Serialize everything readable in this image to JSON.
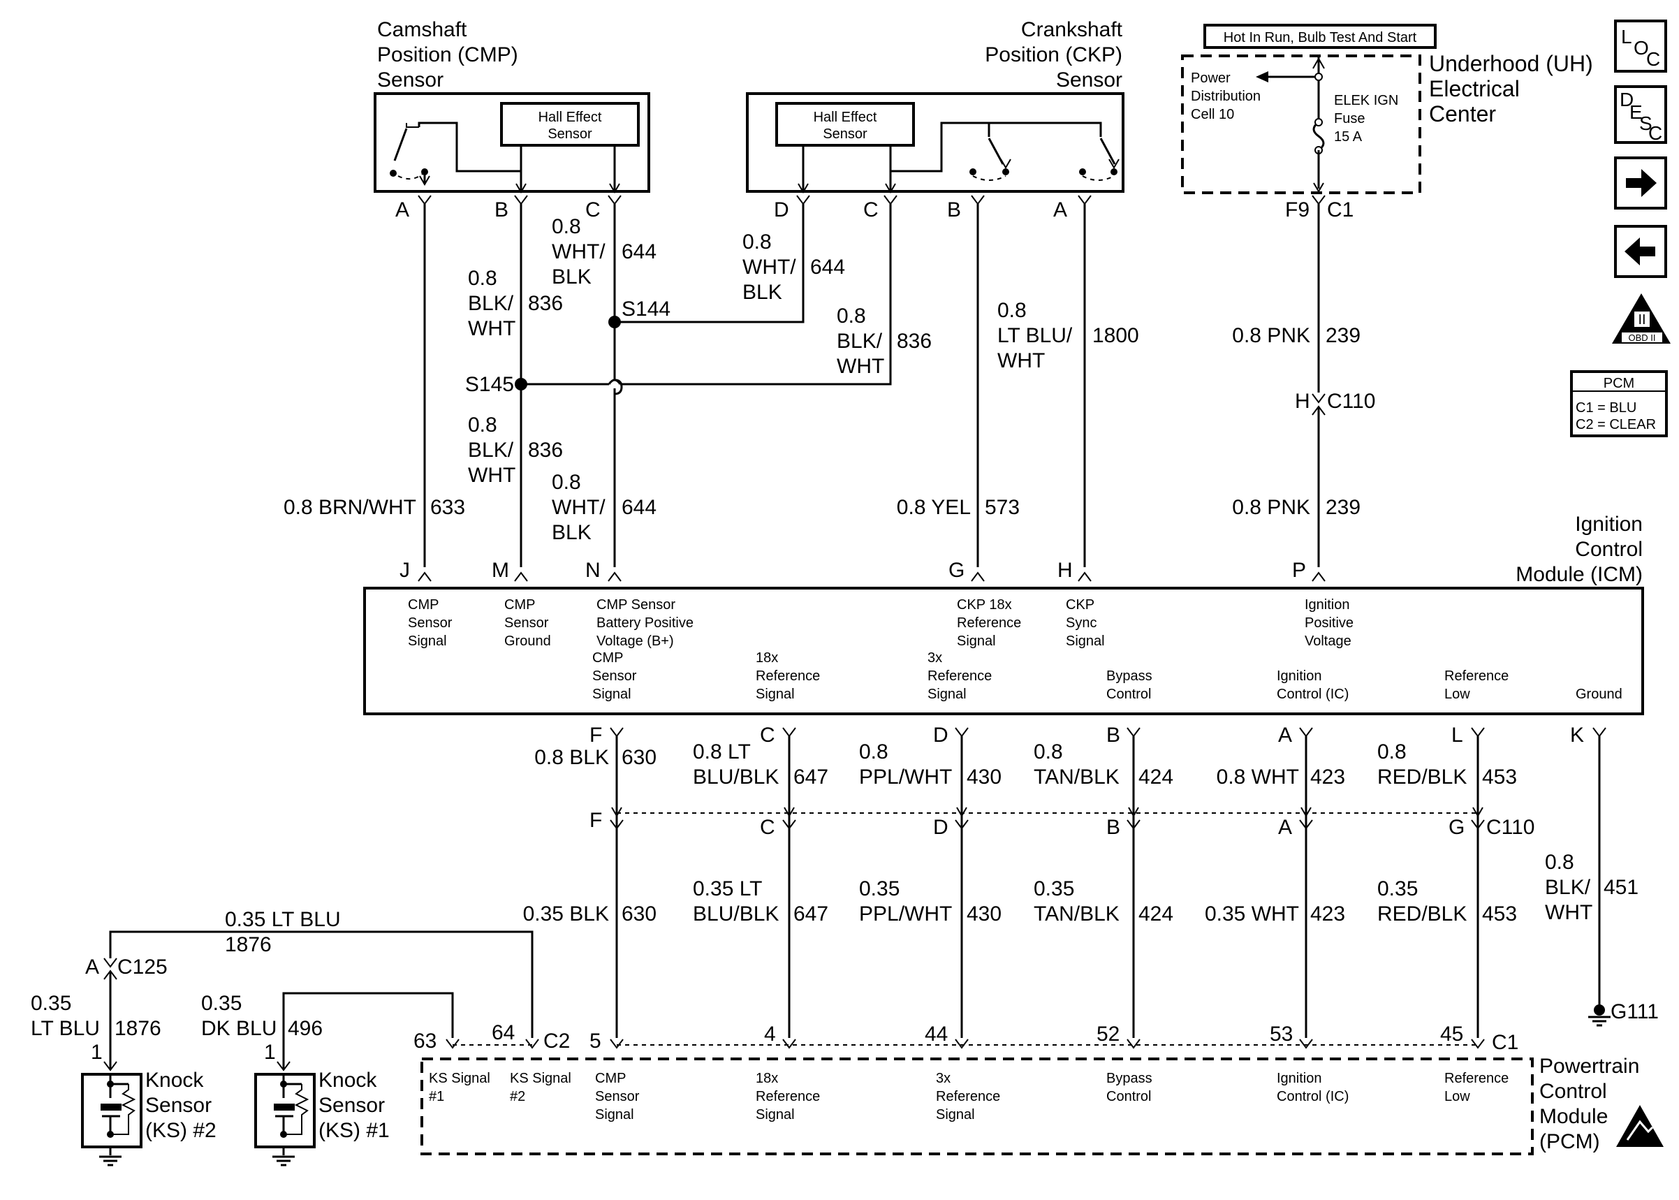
{
  "cmp": {
    "title": [
      "Camshaft",
      "Position (CMP)",
      "Sensor"
    ],
    "hall": [
      "Hall Effect",
      "Sensor"
    ]
  },
  "ckp": {
    "title": [
      "Crankshaft",
      "Position (CKP)",
      "Sensor"
    ],
    "hall": [
      "Hall Effect",
      "Sensor"
    ]
  },
  "uh": {
    "banner": "Hot In Run, Bulb Test And Start",
    "pdc": [
      "Power",
      "Distribution",
      "Cell 10"
    ],
    "fuse": [
      "ELEK IGN",
      "Fuse",
      "15 A"
    ],
    "title": [
      "Underhood (UH)",
      "Electrical",
      "Center"
    ],
    "conn": "F9",
    "conn_id": "C1"
  },
  "pcm_legend": {
    "title": "PCM",
    "c1": "C1 = BLU",
    "c2": "C2 = CLEAR"
  },
  "splices": {
    "s144": "S144",
    "s145": "S145"
  },
  "c110_top": {
    "pin": "H",
    "id": "C110"
  },
  "c110": "C110",
  "c125": {
    "pin": "A",
    "id": "C125"
  },
  "g111": "G111",
  "icm": {
    "title": [
      "Ignition",
      "Control",
      "Module (ICM)"
    ],
    "top_pins": [
      "J",
      "M",
      "N",
      "G",
      "H",
      "P"
    ],
    "top_labels": [
      [
        "CMP",
        "Sensor",
        "Signal"
      ],
      [
        "CMP",
        "Sensor",
        "Ground"
      ],
      [
        "CMP Sensor",
        "Battery Positive",
        "Voltage (B+)"
      ],
      [
        "CKP 18x",
        "Reference",
        "Signal"
      ],
      [
        "CKP",
        "Sync",
        "Signal"
      ],
      [
        "Ignition",
        "Positive",
        "Voltage"
      ]
    ],
    "bottom_labels": [
      [
        "CMP",
        "Sensor",
        "Signal"
      ],
      [
        "18x",
        "Reference",
        "Signal"
      ],
      [
        "3x",
        "Reference",
        "Signal"
      ],
      [
        "Bypass",
        "Control"
      ],
      [
        "Ignition",
        "Control (IC)"
      ],
      [
        "Reference",
        "Low"
      ],
      [
        "Ground"
      ]
    ],
    "bottom_pins": [
      "F",
      "C",
      "D",
      "B",
      "A",
      "L",
      "K"
    ]
  },
  "c110_pins": [
    "F",
    "C",
    "D",
    "B",
    "A",
    "G"
  ],
  "pcm": {
    "title": [
      "Powertrain",
      "Control",
      "Module",
      "(PCM)"
    ],
    "pins": [
      "63",
      "64",
      "5",
      "4",
      "44",
      "52",
      "53",
      "45"
    ],
    "c2": "C2",
    "c1": "C1",
    "labels": [
      [
        "KS Signal",
        "#1"
      ],
      [
        "KS Signal",
        "#2"
      ],
      [
        "CMP",
        "Sensor",
        "Signal"
      ],
      [
        "18x",
        "Reference",
        "Signal"
      ],
      [
        "3x",
        "Reference",
        "Signal"
      ],
      [
        "Bypass",
        "Control"
      ],
      [
        "Ignition",
        "Control (IC)"
      ],
      [
        "Reference",
        "Low"
      ]
    ]
  },
  "ks2": {
    "label": [
      "Knock",
      "Sensor",
      "(KS) #2"
    ],
    "pin": "1"
  },
  "ks1": {
    "label": [
      "Knock",
      "Sensor",
      "(KS) #1"
    ],
    "pin": "1"
  },
  "sensor_pins": {
    "cmp": [
      "A",
      "B",
      "C"
    ],
    "ckp": [
      "D",
      "C",
      "B",
      "A"
    ]
  },
  "wires": {
    "w633": {
      "gauge": "0.8 BRN/WHT",
      "circuit": "633"
    },
    "w836_a": {
      "size": "0.8",
      "c1": "BLK/",
      "c2": "WHT",
      "circuit": "836"
    },
    "w836_b": {
      "size": "0.8",
      "c1": "BLK/",
      "c2": "WHT",
      "circuit": "836"
    },
    "w836_c": {
      "size": "0.8",
      "c1": "BLK/",
      "c2": "WHT",
      "circuit": "836"
    },
    "w644_a": {
      "size": "0.8",
      "c1": "WHT/",
      "c2": "BLK",
      "circuit": "644"
    },
    "w644_b": {
      "size": "0.8",
      "c1": "WHT/",
      "c2": "BLK",
      "circuit": "644"
    },
    "w644_c": {
      "size": "0.8",
      "c1": "WHT/",
      "c2": "BLK",
      "circuit": "644"
    },
    "w1800": {
      "size": "0.8",
      "c1": "LT BLU/",
      "c2": "WHT",
      "circuit": "1800"
    },
    "w573": {
      "gauge": "0.8 YEL",
      "circuit": "573"
    },
    "w239_a": {
      "gauge": "0.8 PNK",
      "circuit": "239"
    },
    "w239_b": {
      "gauge": "0.8 PNK",
      "circuit": "239"
    },
    "w630_a": {
      "gauge": "0.8 BLK",
      "circuit": "630"
    },
    "w647_a": {
      "c1": "0.8 LT",
      "c2": "BLU/BLK",
      "circuit": "647"
    },
    "w430_a": {
      "c1": "0.8",
      "c2": "PPL/WHT",
      "circuit": "430"
    },
    "w424_a": {
      "c1": "0.8",
      "c2": "TAN/BLK",
      "circuit": "424"
    },
    "w423_a": {
      "gauge": "0.8 WHT",
      "circuit": "423"
    },
    "w453_a": {
      "c1": "0.8",
      "c2": "RED/BLK",
      "circuit": "453"
    },
    "w630_b": {
      "gauge": "0.35 BLK",
      "circuit": "630"
    },
    "w647_b": {
      "c1": "0.35 LT",
      "c2": "BLU/BLK",
      "circuit": "647"
    },
    "w430_b": {
      "c1": "0.35",
      "c2": "PPL/WHT",
      "circuit": "430"
    },
    "w424_b": {
      "c1": "0.35",
      "c2": "TAN/BLK",
      "circuit": "424"
    },
    "w423_b": {
      "gauge": "0.35 WHT",
      "circuit": "423"
    },
    "w453_b": {
      "c1": "0.35",
      "c2": "RED/BLK",
      "circuit": "453"
    },
    "w451": {
      "size": "0.8",
      "c1": "BLK/",
      "c2": "WHT",
      "circuit": "451"
    },
    "w1876_top": {
      "gauge": "0.35 LT BLU",
      "circuit": "1876"
    },
    "w1876_bot": {
      "c1": "0.35",
      "c2": "LT BLU",
      "circuit": "1876"
    },
    "w496": {
      "c1": "0.35",
      "c2": "DK BLU",
      "circuit": "496"
    }
  },
  "side_icons": {
    "loc": [
      "L",
      "O",
      "C"
    ],
    "desc": [
      "D",
      "E",
      "S",
      "C"
    ],
    "obd": [
      "II",
      "OBD II"
    ],
    "next_arrow": "→",
    "prev_arrow": "←"
  }
}
